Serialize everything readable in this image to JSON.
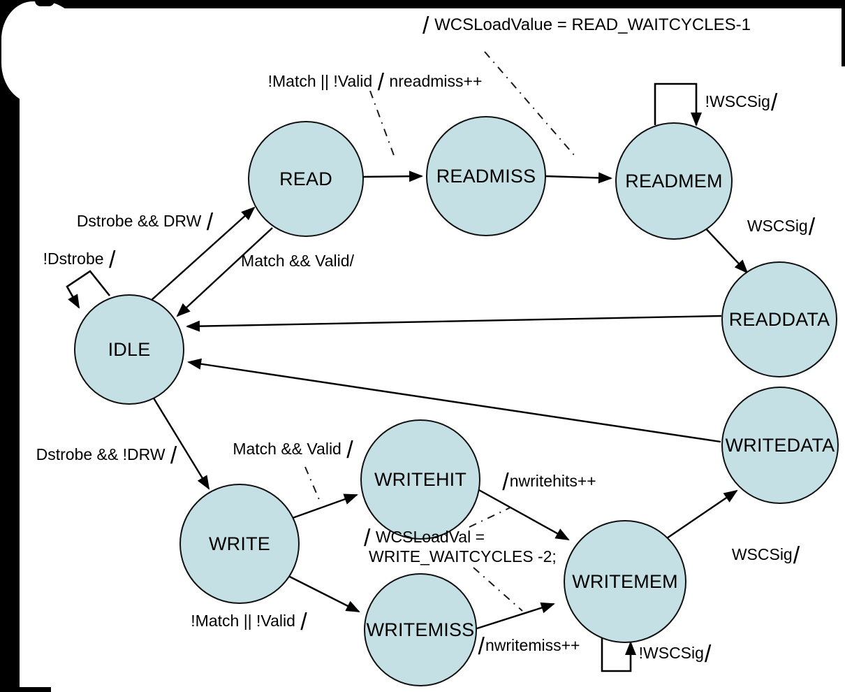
{
  "colors": {
    "state_fill": "#c5e0e4",
    "line": "#000000",
    "background": "#ffffff",
    "edge_artifact": "#000000"
  },
  "states": {
    "idle": "IDLE",
    "read": "READ",
    "readmiss": "READMISS",
    "readmem": "READMEM",
    "readdata": "READDATA",
    "write": "WRITE",
    "writehit": "WRITEHIT",
    "writemiss": "WRITEMISS",
    "writemem": "WRITEMEM",
    "writedata": "WRITEDATA"
  },
  "labels": {
    "read_action": "/ WCSLoadValue = READ_WAITCYCLES-1",
    "read_miss": "!Match || !Valid / nreadmiss++",
    "readmem_wait": "!WSCSig/",
    "idle_to_read": "Dstrobe && DRW /",
    "idle_self": "!Dstrobe /",
    "read_to_idle": "Match && Valid/",
    "readmem_to_readdata": "WSCSig/",
    "idle_to_write": "Dstrobe && !DRW /",
    "write_hit": "Match && Valid /",
    "writehit_action": "/nwritehits++",
    "write_action_line1": "/ WCSLoadVal =",
    "write_action_line2": "WRITE_WAITCYCLES -2;",
    "write_miss": "!Match || !Valid /",
    "writemiss_action": "/nwritemiss++",
    "writemem_wait": "!WSCSig/",
    "writemem_to_writedata": "WSCSig/"
  }
}
